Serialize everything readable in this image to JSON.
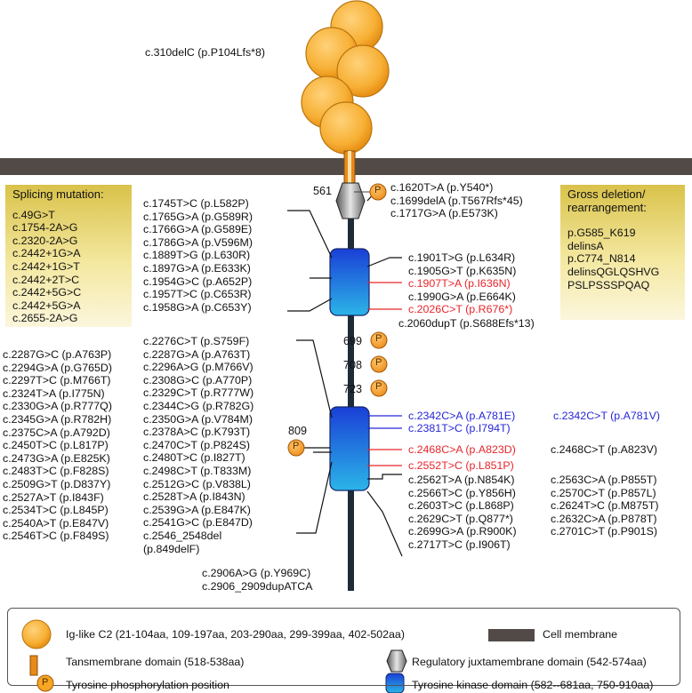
{
  "top_label": "c.310delC (p.P104Lfs*8)",
  "juxta_label": "561",
  "juxta_mutations": [
    "c.1620T>A (p.Y540*)",
    "c.1699delA (p.T567Rfs*45)",
    "c.1717G>A (p.E573K)"
  ],
  "splicing_box": {
    "title": "Splicing mutation:",
    "items": [
      "c.49G>T",
      "c.1754-2A>G",
      "c.2320-2A>G",
      "c.2442+1G>A",
      "c.2442+1G>T",
      "c.2442+2T>C",
      "c.2442+5G>C",
      "c.2442+5G>A",
      "c.2655-2A>G"
    ]
  },
  "gross_box": {
    "title": "Gross deletion/\nrearrangement:",
    "items": [
      "p.G585_K619",
      "delinsA",
      "p.C774_N814",
      "delinsQGLQSHVG",
      "PSLPSSSPQAQ"
    ]
  },
  "tk1_left": [
    "c.1745T>C (p.L582P)",
    "c.1765G>A (p.G589R)",
    "c.1766G>A (p.G589E)",
    "c.1786G>A (p.V596M)",
    "c.1889T>G (p.L630R)",
    "c.1897G>A (p.E633K)",
    "c.1954G>C (p.A652P)",
    "c.1957T>C (p.C653R)",
    "c.1958G>A (p.C653Y)"
  ],
  "tk1_right": [
    "c.1901T>G (p.L634R)",
    "c.1905G>T (p.K635N)",
    "c.1907T>A (p.I636N)",
    "c.1990G>A (p.E664K)",
    "c.2026C>T (p.R676*)",
    "c.2060dupT (p.S688Efs*13)"
  ],
  "phospho_sites": [
    "699",
    "708",
    "723",
    "809"
  ],
  "far_left": [
    "c.2287G>C (p.A763P)",
    "c.2294G>A (p.G765D)",
    "c.2297T>C (p.M766T)",
    "c.2324T>A (p.I775N)",
    "c.2330G>A (p.R777Q)",
    "c.2345G>A (p.R782H)",
    "c.2375C>A (p.A792D)",
    "c.2450T>C (p.L817P)",
    "c.2473G>A (p.E825K)",
    "c.2483T>C (p.F828S)",
    "c.2509G>T (p.D837Y)",
    "c.2527A>T (p.I843F)",
    "c.2534T>C (p.L845P)",
    "c.2540A>T (p.E847V)",
    "c.2546T>C (p.F849S)"
  ],
  "mid_left": [
    "c.2276C>T (p.S759F)",
    "c.2287G>A (p.A763T)",
    "c.2296A>G (p.M766V)",
    "c.2308G>C (p.A770P)",
    "c.2329C>T (p.R777W)",
    "c.2344C>G (p.R782G)",
    "c.2350G>A (p.V784M)",
    "c.2378A>C (p.K793T)",
    "c.2470C>T (p.P824S)",
    "c.2480T>C (p.I827T)",
    "c.2498C>T (p.T833M)",
    "c.2512G>C (p.V838L)",
    "c.2528T>A (p.I843N)",
    "c.2539G>A (p.E847K)",
    "c.2541G>C (p.E847D)",
    "c.2546_2548del",
    "(p.849delF)"
  ],
  "bottom_mutations": [
    "c.2906A>G (p.Y969C)",
    "c.2906_2909dupATCA"
  ],
  "tk2_right": {
    "r1": [
      "c.2342C>A (p.A781E)",
      "c.2342C>T (p.A781V)"
    ],
    "r2": "c.2381T>C (p.I794T)",
    "r3": [
      "c.2468C>A (p.A823D)",
      "c.2468C>T (p.A823V)"
    ],
    "r4": "c.2552T>C (p.L851P)",
    "col1": [
      "c.2562T>A (p.N854K)",
      "c.2566T>C (p.Y856H)",
      "c.2603T>C (p.L868P)",
      "c.2629C>T (p.Q877*)",
      "c.2699G>A (p.R900K)",
      "c.2717T>C (p.I906T)"
    ],
    "col2": [
      "c.2563C>A (p.P855T)",
      "c.2570C>T (p.P857L)",
      "c.2624T>C (p.M875T)",
      "c.2632C>A (p.P878T)",
      "c.2701C>T (p.P901S)"
    ]
  },
  "legend": {
    "ig": "Ig-like C2 (21-104aa, 109-197aa, 203-290aa, 299-399aa, 402-502aa)",
    "membrane": "Cell membrane",
    "tm": "Tansmembrane domain (518-538aa)",
    "jm": "Regulatory juxtamembrane domain (542-574aa)",
    "phos": "Tyrosine phosphorylation position",
    "tk": "Tyrosine kinase domain (582--681aa, 750-910aa)",
    "p": "P"
  },
  "colors": {
    "ig_fill": "#f5a623",
    "membrane": "#514a47",
    "tm": "#e88a1a",
    "tk_dark": "#1a3fd6",
    "tk_light": "#2bb5e8",
    "red_text": "#e8262b",
    "blue_text": "#2626d8",
    "box_gold": "#d9c24a"
  }
}
